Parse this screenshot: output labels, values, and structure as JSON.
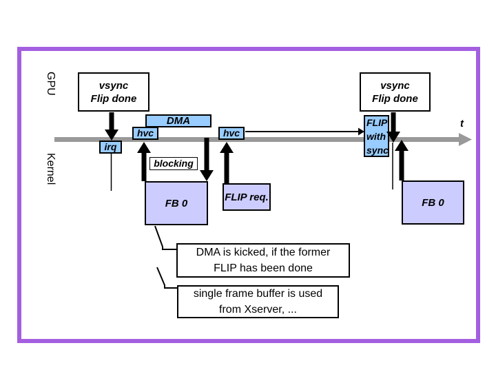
{
  "colors": {
    "frame_purple": "#A35FE0",
    "light_blue": "#99CCFF",
    "lavender": "#CCCCFF",
    "timeline_gray": "#999999"
  },
  "lanes": {
    "gpu": "GPU",
    "kernel": "Kernel"
  },
  "timeline": {
    "t_label": "t"
  },
  "boxes": {
    "vsync_left": "vsync\nFlip done",
    "vsync_right": "vsync\nFlip done",
    "dma": "DMA",
    "hvc_left": "hvc",
    "hvc_right": "hvc",
    "irq": "irq",
    "blocking": "blocking",
    "fb0_left": "FB 0",
    "flip_req": "FLIP req.",
    "flip_with_sync": "FLIP\nwith\nsync",
    "fb0_right": "FB 0"
  },
  "notes": {
    "note1": "DMA is kicked, if the former\nFLIP has been done",
    "note2": "single frame buffer is used\nfrom Xserver, ..."
  }
}
